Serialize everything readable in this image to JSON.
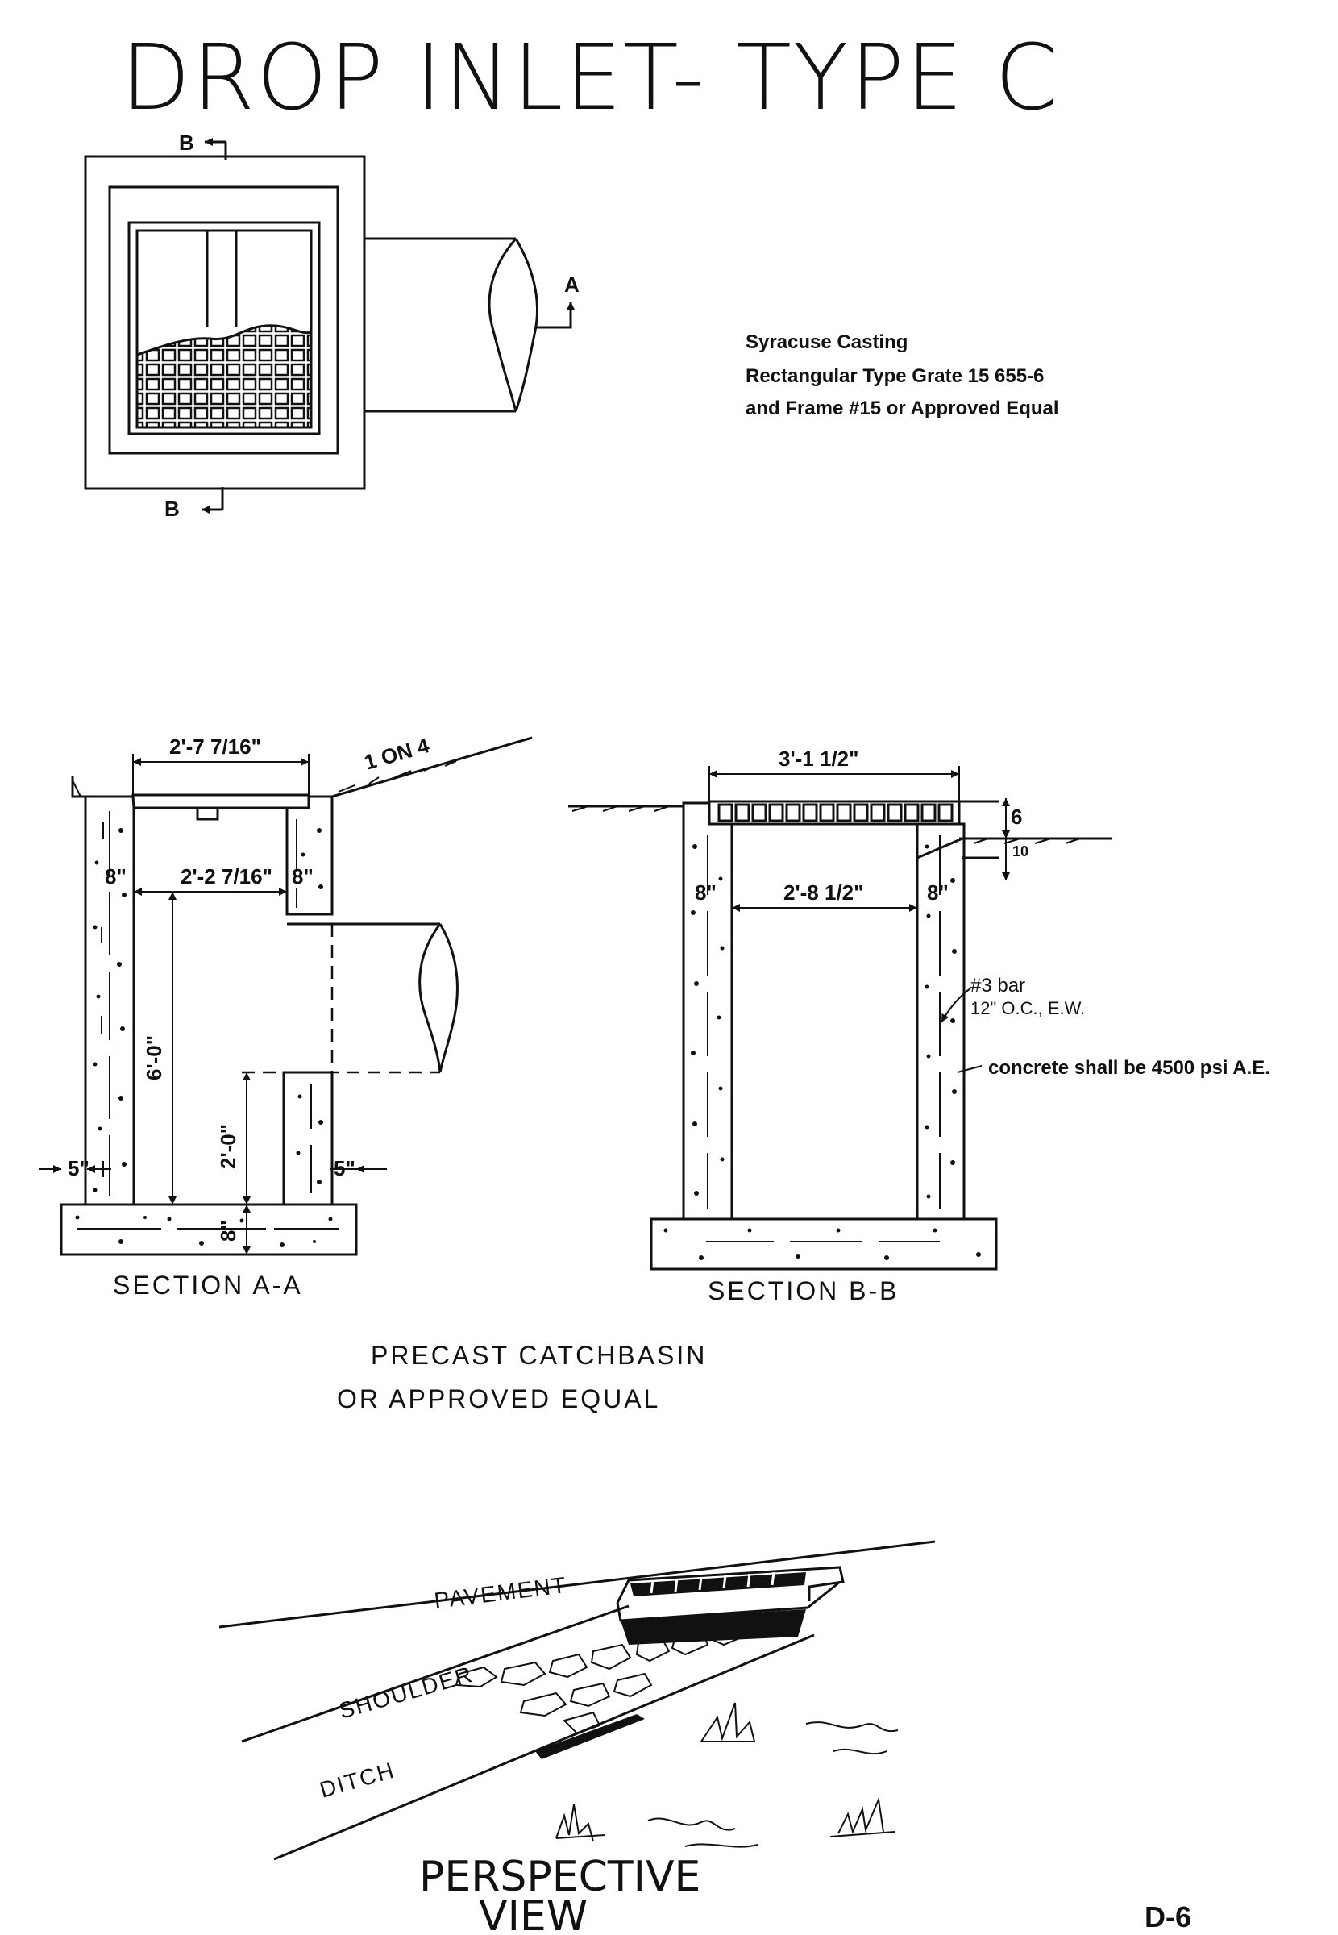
{
  "title": "DROP INLET- TYPE C",
  "plan_view": {
    "section_mark_b": "B",
    "section_mark_a": "A",
    "note_line1": "Syracuse   Casting",
    "note_line2": "Rectangular  Type  Grate  15  655-6",
    "note_line3": "and  Frame #15  or  Approved  Equal"
  },
  "section_aa": {
    "caption": "SECTION  A-A",
    "dim_top": "2'-7 7/16\"",
    "dim_inner": "2'-2 7/16\"",
    "wall_left": "8\"",
    "wall_right": "8\"",
    "slope": "1 ON 4",
    "height": "6'-0\"",
    "pipe_height": "2'-0\"",
    "base": "8\"",
    "footing_left": "5\"",
    "footing_right": "5\""
  },
  "section_bb": {
    "caption": "SECTION  B-B",
    "dim_top": "3'-1 1/2\"",
    "dim_inner": "2'-8 1/2\"",
    "wall_left": "8\"",
    "wall_right": "8\"",
    "grate_depth": "6",
    "ground_offset": "10",
    "rebar_line1": "#3 bar",
    "rebar_line2": "12\"  O.C., E.W.",
    "concrete_note": "concrete  shall  be 4500 psi  A.E."
  },
  "catchbasin_note_line1": "PRECAST  CATCHBASIN",
  "catchbasin_note_line2": "OR  APPROVED  EQUAL",
  "perspective": {
    "pavement": "PAVEMENT",
    "shoulder": "SHOULDER",
    "ditch": "DITCH",
    "caption_line1": "PERSPECTIVE",
    "caption_line2": "VIEW"
  },
  "page_number": "D-6"
}
